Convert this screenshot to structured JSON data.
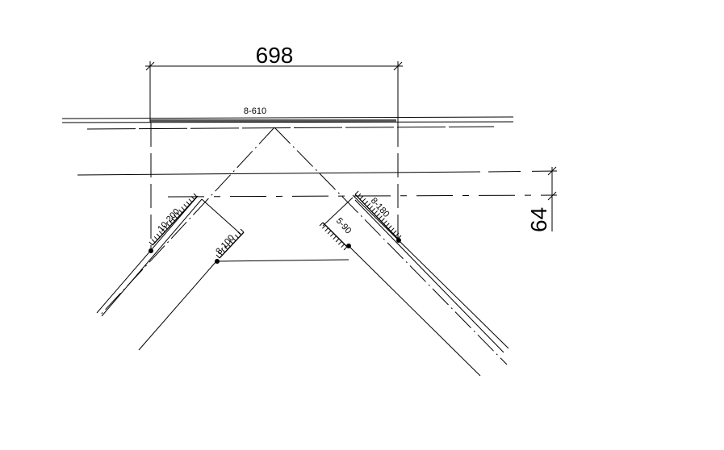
{
  "drawing": {
    "dimension_width": "698",
    "dimension_height": "64",
    "rebar_labels": {
      "top": "8-610",
      "left_outer": "10-200",
      "left_inner": "8-100",
      "right_outer": "8-180",
      "right_inner": "5-90"
    },
    "color": "#000000"
  }
}
